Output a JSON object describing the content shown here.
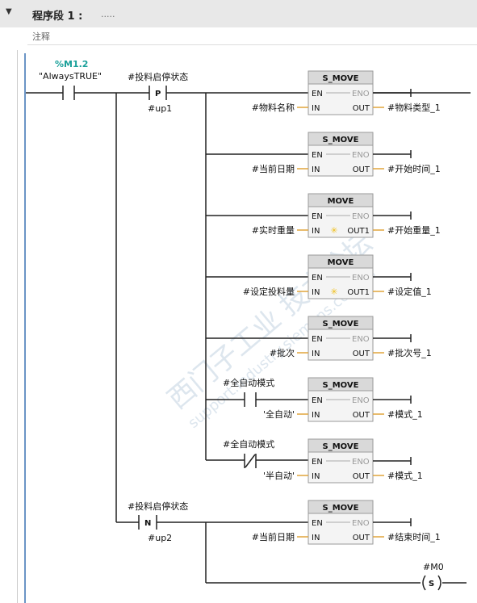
{
  "network": {
    "title": "程序段 1 :",
    "title_dots": ".....",
    "comment": "注释"
  },
  "contacts": {
    "always_true": {
      "address": "%M1.2",
      "name": "\"AlwaysTRUE\""
    },
    "p_edge": {
      "tag": "#投料启停状态",
      "type": "P",
      "memory": "#up1"
    },
    "n_edge": {
      "tag": "#投料启停状态",
      "type": "N",
      "memory": "#up2"
    },
    "auto_no": {
      "tag": "#全自动模式"
    },
    "auto_nc": {
      "tag": "#全自动模式"
    }
  },
  "blocks": [
    {
      "name": "S_MOVE",
      "en": "EN",
      "eno": "ENO",
      "in": "IN",
      "out": "OUT",
      "in_val": "#物料名称",
      "out_val": "#物料类型_1"
    },
    {
      "name": "S_MOVE",
      "en": "EN",
      "eno": "ENO",
      "in": "IN",
      "out": "OUT",
      "in_val": "#当前日期",
      "out_val": "#开始时间_1"
    },
    {
      "name": "MOVE",
      "en": "EN",
      "eno": "ENO",
      "in": "IN",
      "out": "OUT1",
      "in_val": "#实时重量",
      "out_val": "#开始重量_1"
    },
    {
      "name": "MOVE",
      "en": "EN",
      "eno": "ENO",
      "in": "IN",
      "out": "OUT1",
      "in_val": "#设定投料量",
      "out_val": "#设定值_1"
    },
    {
      "name": "S_MOVE",
      "en": "EN",
      "eno": "ENO",
      "in": "IN",
      "out": "OUT",
      "in_val": "#批次",
      "out_val": "#批次号_1"
    },
    {
      "name": "S_MOVE",
      "en": "EN",
      "eno": "ENO",
      "in": "IN",
      "out": "OUT",
      "in_val": "'全自动'",
      "out_val": "#模式_1"
    },
    {
      "name": "S_MOVE",
      "en": "EN",
      "eno": "ENO",
      "in": "IN",
      "out": "OUT",
      "in_val": "'半自动'",
      "out_val": "#模式_1"
    },
    {
      "name": "S_MOVE",
      "en": "EN",
      "eno": "ENO",
      "in": "IN",
      "out": "OUT",
      "in_val": "#当前日期",
      "out_val": "#结束时间_1"
    }
  ],
  "set_coil": {
    "tag": "#M0",
    "type": "S"
  },
  "colors": {
    "rail": "#6b95c6",
    "constant": "#e0a43a",
    "address": "#1aa09a",
    "block_header": "#d9d9d9"
  }
}
